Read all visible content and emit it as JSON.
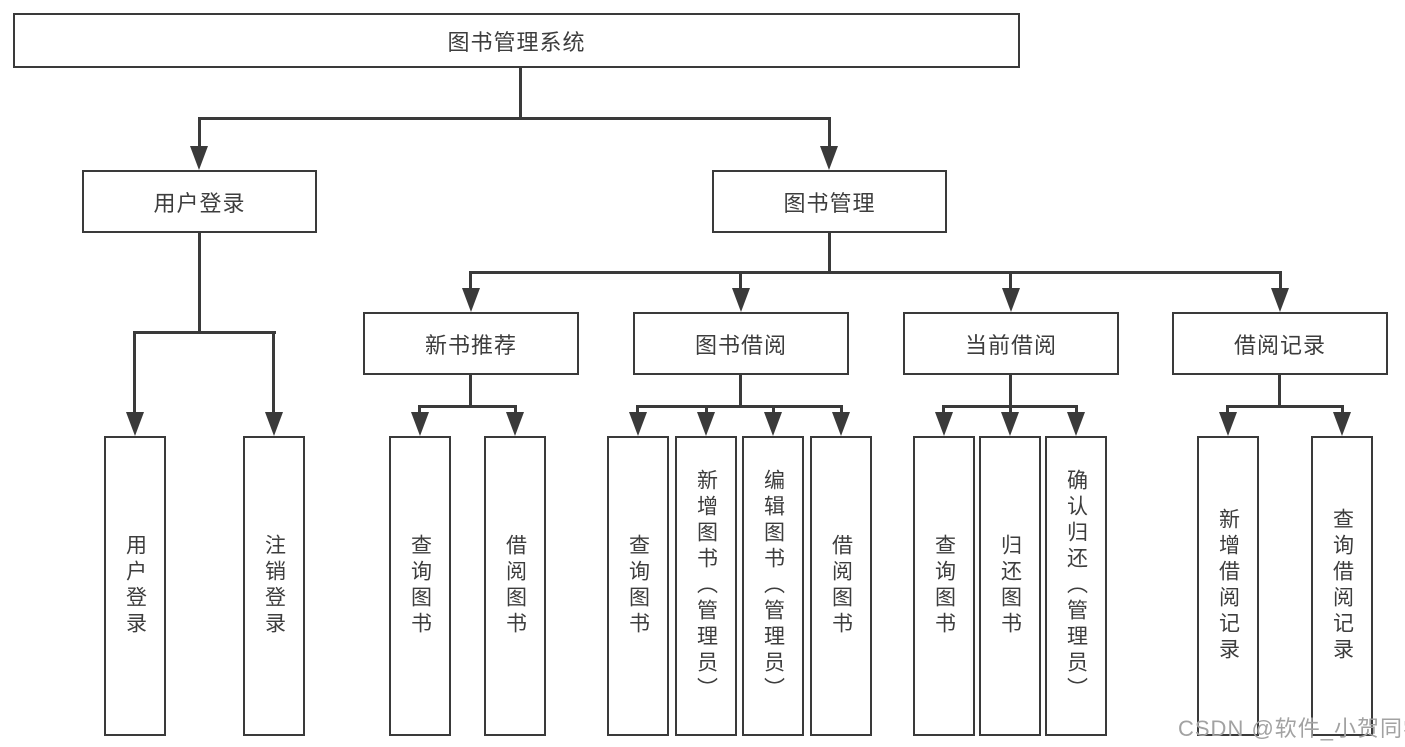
{
  "diagram": {
    "root": {
      "label": "图书管理系统"
    },
    "level2": [
      {
        "label": "用户登录"
      },
      {
        "label": "图书管理"
      }
    ],
    "level3": [
      {
        "label": "新书推荐"
      },
      {
        "label": "图书借阅"
      },
      {
        "label": "当前借阅"
      },
      {
        "label": "借阅记录"
      }
    ],
    "leaves": [
      {
        "label": "用户登录"
      },
      {
        "label": "注销登录"
      },
      {
        "label": "查询图书"
      },
      {
        "label": "借阅图书"
      },
      {
        "label": "查询图书"
      },
      {
        "label": "新增图书（管理员）"
      },
      {
        "label": "编辑图书（管理员）"
      },
      {
        "label": "借阅图书"
      },
      {
        "label": "查询图书"
      },
      {
        "label": "归还图书"
      },
      {
        "label": "确认归还（管理员）"
      },
      {
        "label": "新增借阅记录"
      },
      {
        "label": "查询借阅记录"
      }
    ],
    "watermark": "CSDN @软件_小贺同学",
    "colors": {
      "line": "#3a3a3a",
      "border": "#3a3a3a",
      "text": "#3d3d3d",
      "background": "#ffffff",
      "watermark": "#a2a2a2"
    }
  }
}
